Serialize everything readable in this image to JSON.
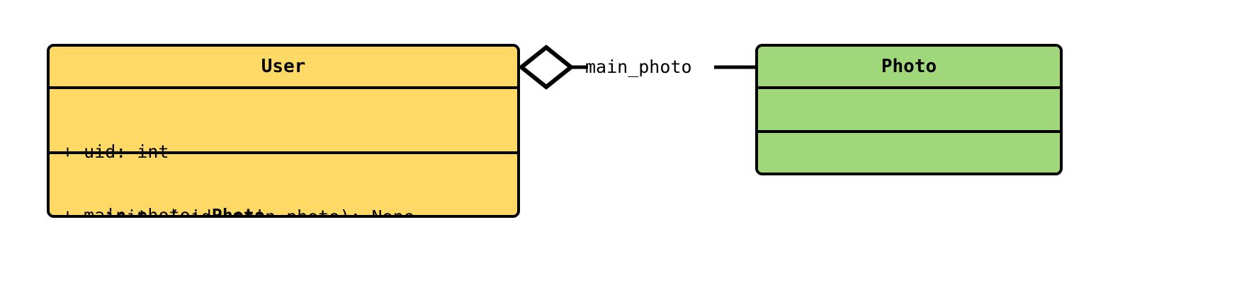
{
  "diagram": {
    "type": "uml-class-diagram",
    "background_color": "#ffffff",
    "line_color": "#000000",
    "classes": [
      {
        "id": "user",
        "name": "User",
        "fill_color": "#FFD966",
        "attributes": [
          {
            "visibility": "+",
            "text": "+ uid: int",
            "name": "uid",
            "type": "int",
            "type_is_bold": false
          },
          {
            "visibility": "+",
            "prefix": "+ main_photo: ",
            "type": "Photo",
            "name": "main_photo",
            "type_is_bold": true
          }
        ],
        "methods": [
          {
            "visibility": "+",
            "text": "+ __init__(uid, main_photo): None",
            "name": "__init__",
            "params": "uid, main_photo",
            "returns": "None"
          }
        ]
      },
      {
        "id": "photo",
        "name": "Photo",
        "fill_color": "#A0D77A",
        "attributes": [],
        "methods": []
      }
    ],
    "relationships": [
      {
        "id": "main-photo",
        "kind": "aggregation",
        "label": "main_photo",
        "from": "User",
        "to": "Photo",
        "diamond_fill": "#ffffff",
        "diamond_stroke": "#000000"
      }
    ]
  }
}
